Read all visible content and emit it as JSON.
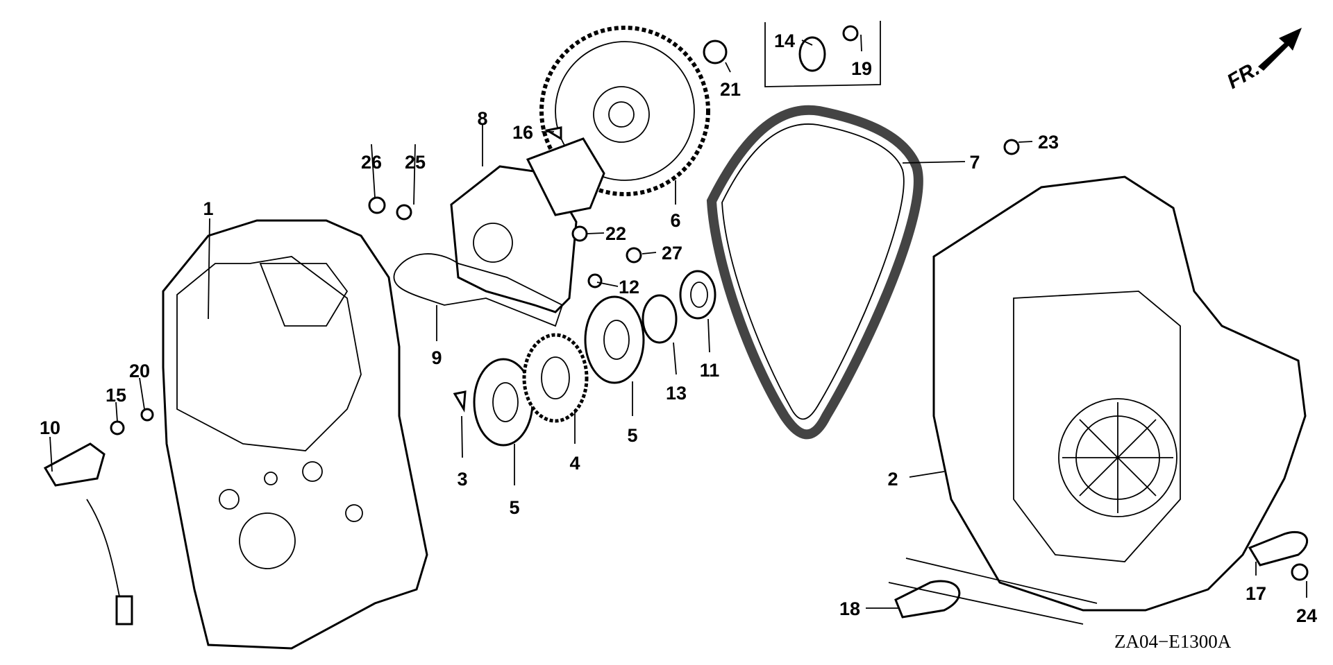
{
  "diagram": {
    "title_code": "ZA04−E1300A",
    "direction_marker": "FR.",
    "callouts": [
      "1",
      "2",
      "3",
      "4",
      "5",
      "5",
      "6",
      "7",
      "8",
      "9",
      "10",
      "11",
      "12",
      "13",
      "14",
      "15",
      "16",
      "17",
      "18",
      "19",
      "20",
      "21",
      "22",
      "23",
      "24",
      "25",
      "26",
      "27"
    ]
  }
}
